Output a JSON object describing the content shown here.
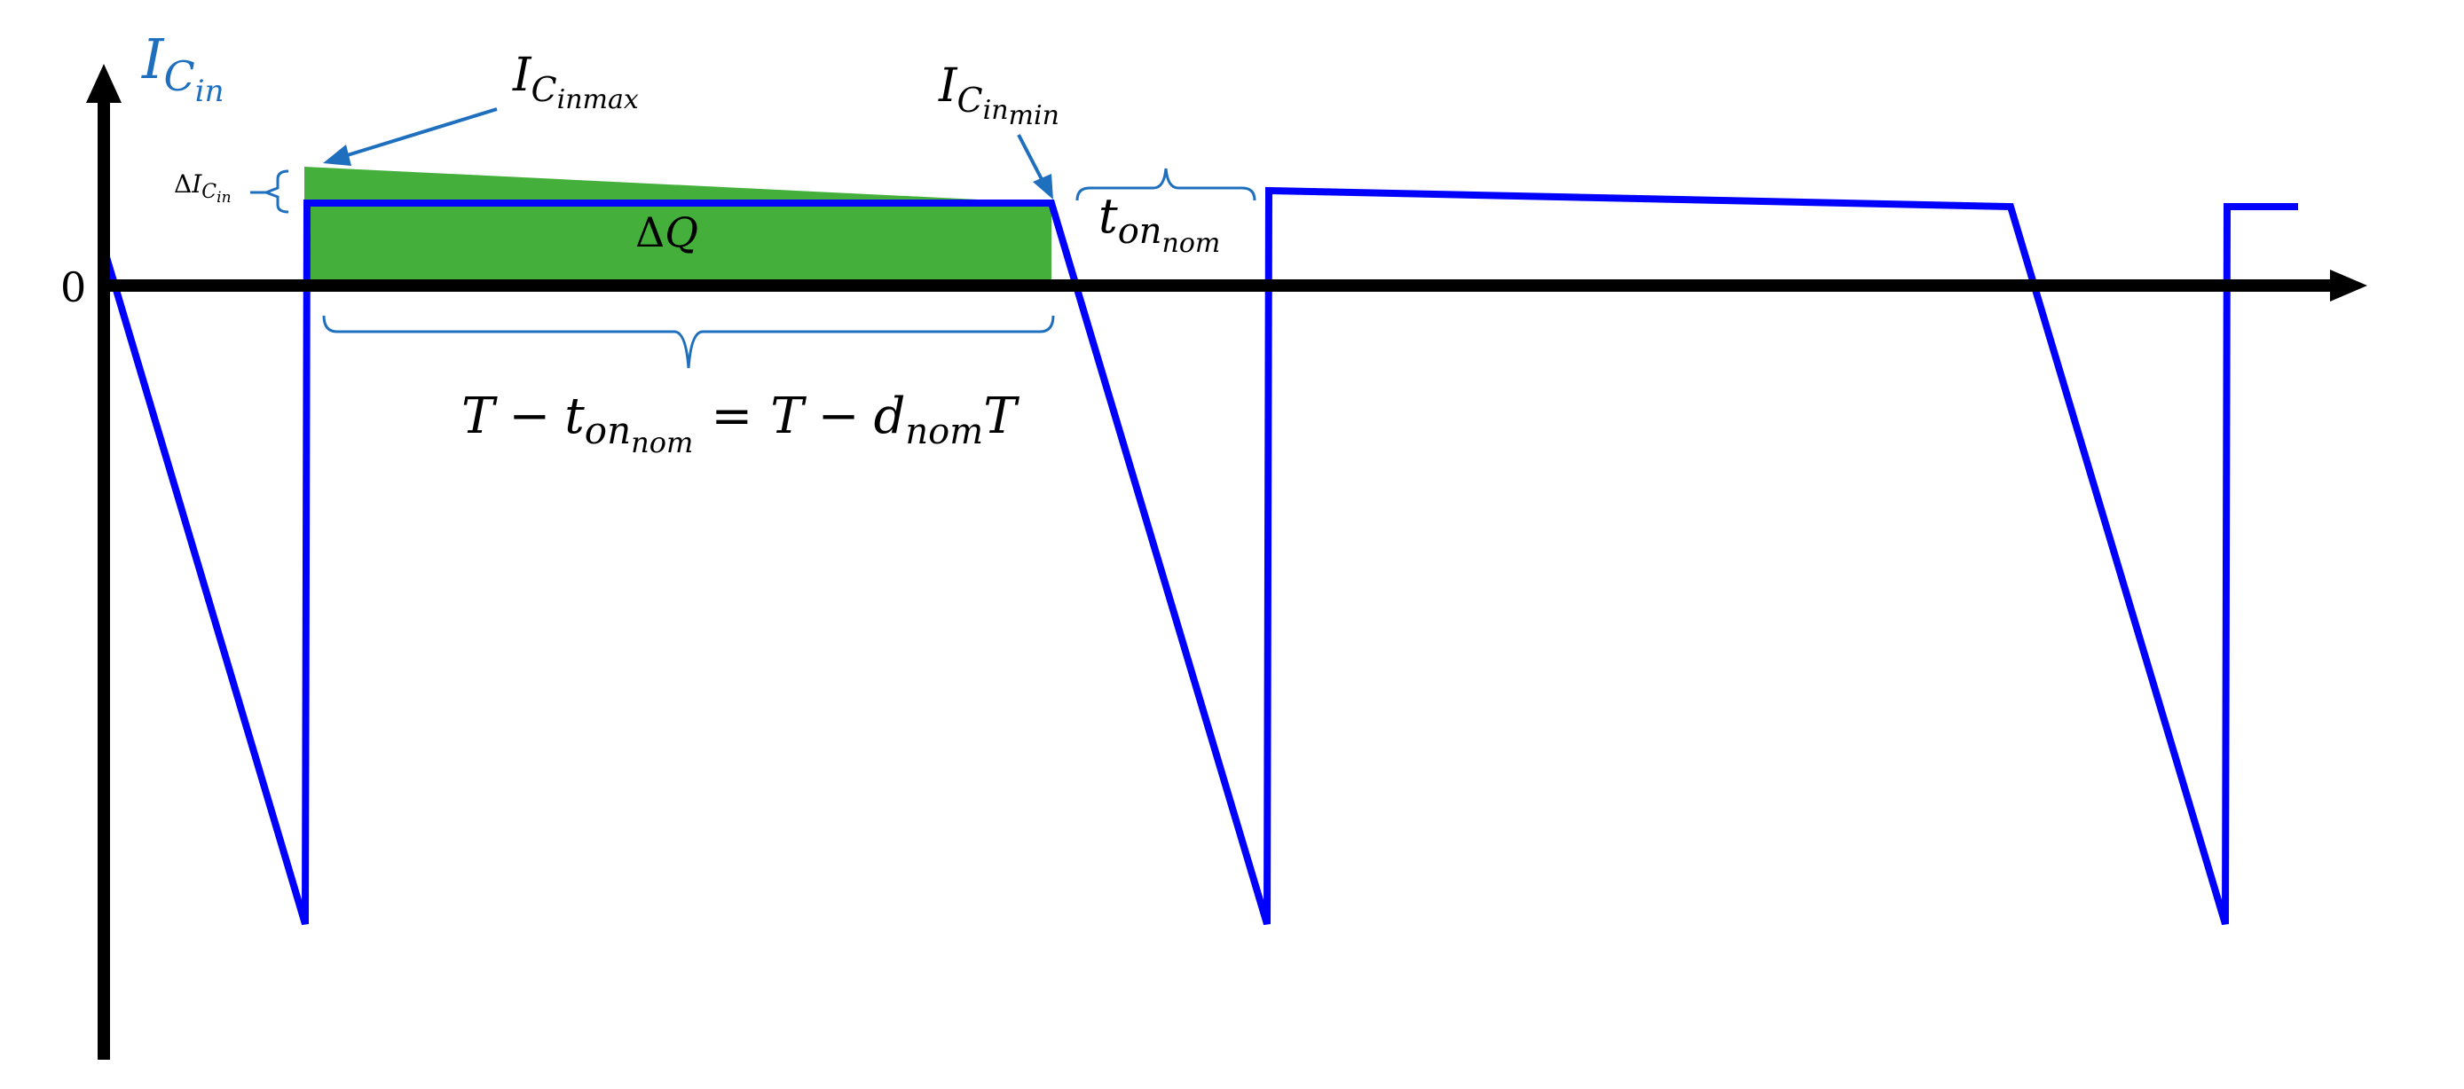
{
  "labels": {
    "y_axis_main": "I",
    "y_axis_sub": "C",
    "y_axis_subsub": "in",
    "zero": "0",
    "delta_i_delta": "Δ",
    "delta_i_main": "I",
    "delta_i_sub": "C",
    "delta_i_subsub": "in",
    "i_max_main": "I",
    "i_max_sub": "C",
    "i_max_subsub": "in",
    "i_max_subsubsub": "max",
    "i_min_main": "I",
    "i_min_sub": "C",
    "i_min_subsub": "in",
    "i_min_subsubsub": "min",
    "delta_q_delta": "Δ",
    "delta_q_main": "Q",
    "t_on_main": "t",
    "t_on_sub": "on",
    "t_on_subsub": "nom",
    "interval_T1": "T",
    "interval_minus1": "−",
    "interval_t": "t",
    "interval_t_sub": "on",
    "interval_t_subsub": "nom",
    "interval_eq": "=",
    "interval_T2": "T",
    "interval_minus2": "−",
    "interval_d": "d",
    "interval_d_sub": "nom",
    "interval_T3": "T"
  },
  "colors": {
    "axis": "#000000",
    "waveform": "#0000ff",
    "shaded_area": "#44b03b",
    "annotation": "#1f6fbf",
    "text": "#000000"
  }
}
